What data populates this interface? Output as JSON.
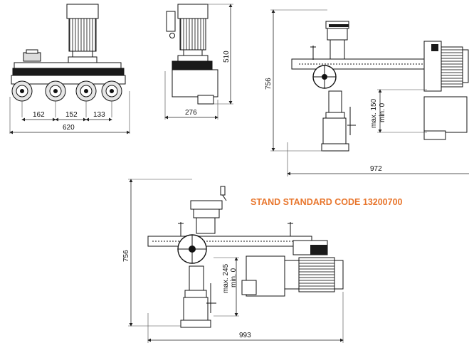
{
  "labels": {
    "caption": "STAND STANDARD CODE 13200700",
    "front_width": "620",
    "front_pitch_1": "162",
    "front_pitch_2": "152",
    "front_pitch_3": "133",
    "side_width": "276",
    "side_height": "510",
    "top_height": "756",
    "top_span": "972",
    "top_range_max": "max. 150",
    "top_range_min": "min. 0",
    "bottom_height": "756",
    "bottom_span": "993",
    "bottom_range_max": "max. 245",
    "bottom_range_min": "min. 0"
  },
  "colors": {
    "caption": "#e8762d",
    "line": "#111111",
    "motor_fill": "#ffffff",
    "roller_fill": "#e6e6e6",
    "dark_band": "#1a1a1a"
  },
  "icons": {
    "roller": "roller-wheel",
    "handwheel": "crank-handwheel",
    "motor": "electric-motor"
  }
}
